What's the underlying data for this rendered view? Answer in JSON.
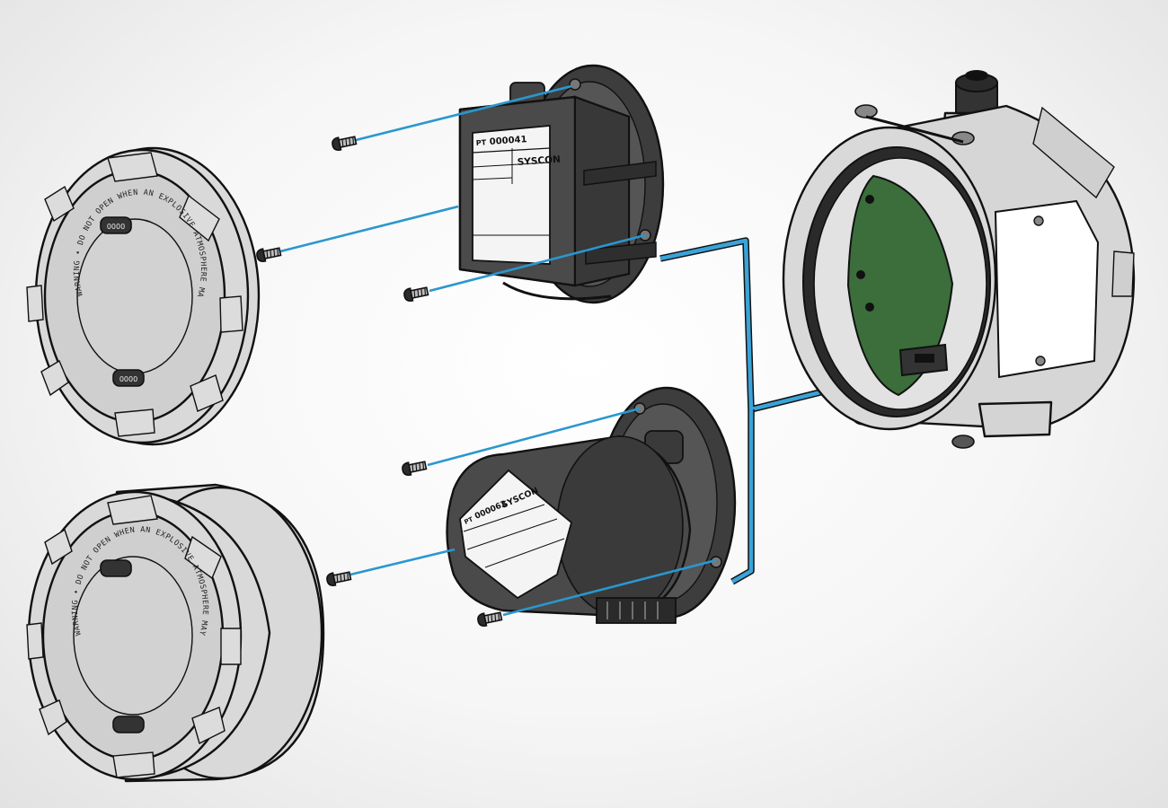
{
  "diagram": {
    "modules": [
      {
        "serial": "000041",
        "brand": "SYSCON"
      },
      {
        "serial": "000062",
        "brand": "SYSCON"
      }
    ],
    "colors": {
      "wire": "#2a97cf",
      "module_body": "#4a4a4a",
      "cap_body": "#d9d9d9",
      "circuit_board": "#3b6e3b",
      "background": "#ececec"
    },
    "parts": {
      "screws": 6,
      "caps": 2,
      "modules": 2,
      "housing": 1
    }
  }
}
